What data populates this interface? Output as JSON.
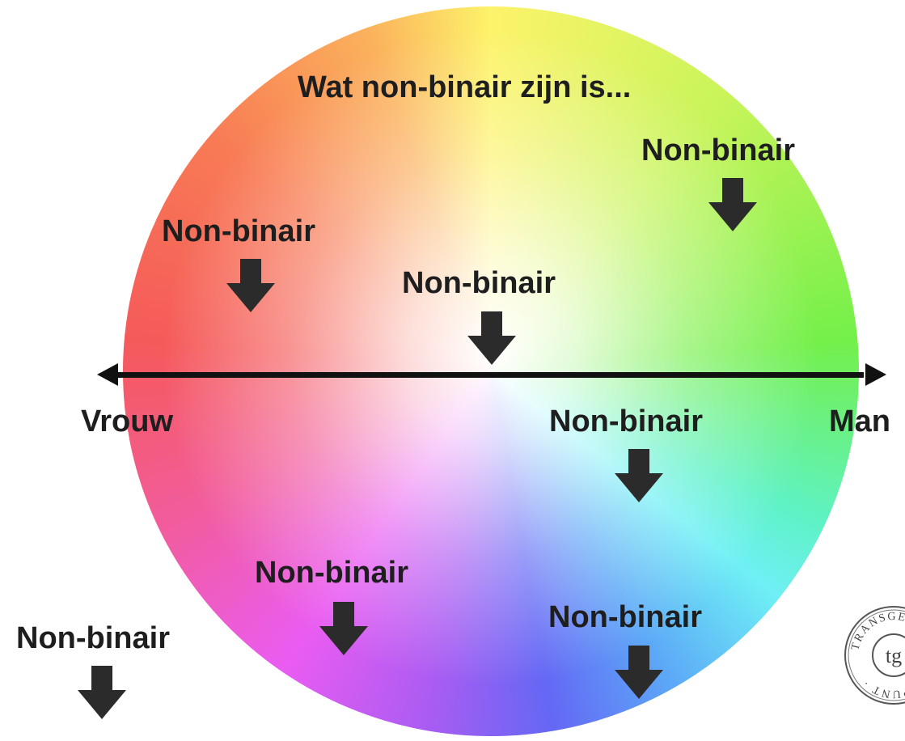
{
  "title": "Wat non-binair zijn is...",
  "axis": {
    "left_label": "Vrouw",
    "right_label": "Man"
  },
  "markers": [
    {
      "label": "Non-binair"
    },
    {
      "label": "Non-binair"
    },
    {
      "label": "Non-binair"
    },
    {
      "label": "Non-binair"
    },
    {
      "label": "Non-binair"
    },
    {
      "label": "Non-binair"
    },
    {
      "label": "Non-binair"
    }
  ],
  "logo": {
    "text": "TRANSGENDER INFOPUNT",
    "monogram": "tg"
  },
  "colors": {
    "text": "#1e1e1e",
    "arrow": "#2b2b2b",
    "line": "#111111"
  }
}
